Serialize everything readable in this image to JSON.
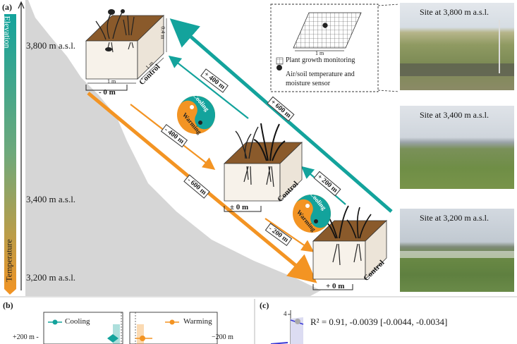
{
  "panels": {
    "a": "(a)",
    "b": "(b)",
    "c": "(c)"
  },
  "gradient_bar": {
    "top_label": "Elevation",
    "bottom_label": "Temperature"
  },
  "elevations": [
    "3,800 m a.s.l.",
    "3,400 m a.s.l.",
    "3,200 m a.s.l."
  ],
  "blocks": {
    "top": {
      "bottom_label": "1 m",
      "side_label_a": "1 m",
      "side_label_b": "0.4 m",
      "offset": "- 0 m",
      "control": "Control"
    },
    "mid": {
      "offset": "± 0 m",
      "control": "Control"
    },
    "low": {
      "offset": "+ 0 m",
      "control": "Control"
    }
  },
  "arrows": {
    "cool_short_top": "+ 400 m",
    "cool_long": "+ 600 m",
    "cool_short_low": "+ 200 m",
    "warm_short_top": "- 400 m",
    "warm_long": "- 600 m",
    "warm_short_low": "- 200 m"
  },
  "yinyang": {
    "cooling": "Cooling",
    "warming": "Warming"
  },
  "legend_box": {
    "grid_label": "1 m",
    "plant_growth": "Plant growth monitoring",
    "sensor": "Air/soil temperature and moisture sensor"
  },
  "photos": [
    {
      "caption": "Site at 3,800 m a.s.l."
    },
    {
      "caption": "Site at 3,400 m a.s.l."
    },
    {
      "caption": "Site at 3,200 m a.s.l."
    }
  ],
  "panel_b": {
    "cooling": "Cooling",
    "warming": "Warming",
    "left_tick": "+200 m -",
    "right_tick": "−200 m"
  },
  "panel_c": {
    "y_tick": "4",
    "annotation": "R² = 0.91,  -0.0039 [-0.0044, -0.0034]"
  },
  "colors": {
    "cooling": "#13a39c",
    "warming": "#f39423",
    "soil": "#8a5a2b",
    "ridge": "#d6d6d6",
    "regression": "#3a3ad6"
  }
}
